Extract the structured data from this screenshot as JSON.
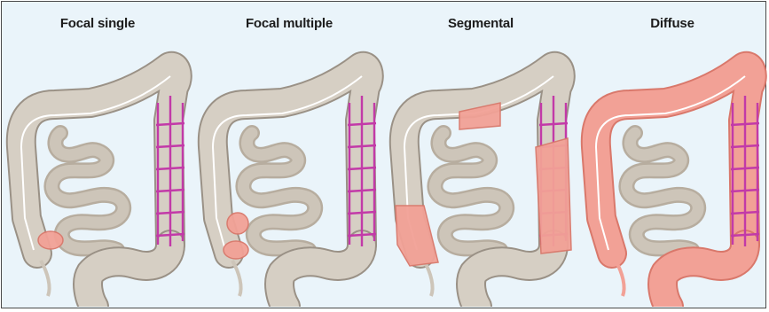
{
  "figure": {
    "panels": [
      {
        "title": "Focal single",
        "pattern": "focal-single"
      },
      {
        "title": "Focal multiple",
        "pattern": "focal-multiple"
      },
      {
        "title": "Segmental",
        "pattern": "segmental"
      },
      {
        "title": "Diffuse",
        "pattern": "diffuse"
      }
    ]
  },
  "colors": {
    "healthy_bowel": "#d6cfc4",
    "healthy_outline": "#9a9186",
    "small_intestine": "#cdc5b9",
    "inflamed": "#f2a196",
    "inflamed_outline": "#d9786b",
    "sigmoid_pattern": "#c23aa8",
    "lumen_line": "#ffffff",
    "background": "#eaf4fa"
  }
}
